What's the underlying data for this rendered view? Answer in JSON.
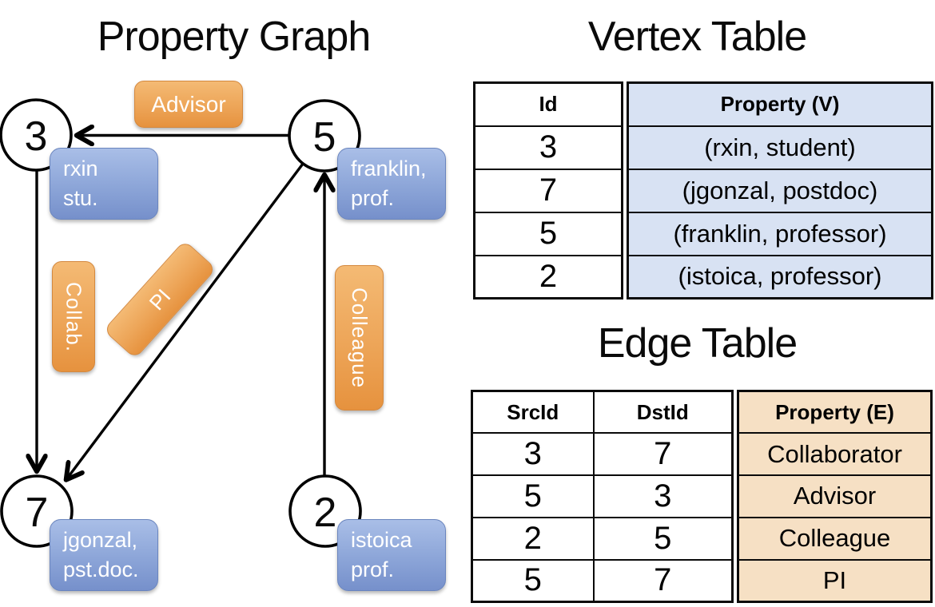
{
  "graph": {
    "title": "Property Graph",
    "vertices": [
      {
        "id": "3",
        "property_lines": [
          "rxin",
          "stu."
        ]
      },
      {
        "id": "5",
        "property_lines": [
          "franklin,",
          "prof."
        ]
      },
      {
        "id": "7",
        "property_lines": [
          "jgonzal,",
          "pst.doc."
        ]
      },
      {
        "id": "2",
        "property_lines": [
          "istoica",
          "prof."
        ]
      }
    ],
    "edge_labels": [
      {
        "text": "Advisor"
      },
      {
        "text": "Collab."
      },
      {
        "text": "PI"
      },
      {
        "text": "Colleague"
      }
    ]
  },
  "vertex_table": {
    "title": "Vertex Table",
    "columns": [
      "Id",
      "Property (V)"
    ],
    "rows": [
      [
        "3",
        "(rxin, student)"
      ],
      [
        "7",
        "(jgonzal, postdoc)"
      ],
      [
        "5",
        "(franklin, professor)"
      ],
      [
        "2",
        "(istoica, professor)"
      ]
    ]
  },
  "edge_table": {
    "title": "Edge Table",
    "columns": [
      "SrcId",
      "DstId",
      "Property (E)"
    ],
    "rows": [
      [
        "3",
        "7",
        "Collaborator"
      ],
      [
        "5",
        "3",
        "Advisor"
      ],
      [
        "2",
        "5",
        "Colleague"
      ],
      [
        "5",
        "7",
        "PI"
      ]
    ]
  },
  "colors": {
    "edge_label_fill_top": "#F4BA74",
    "edge_label_fill_bottom": "#E6923E",
    "vertex_box_fill_top": "#A9BEE7",
    "vertex_box_fill_bottom": "#7690CB",
    "vertex_table_property_fill": "#D8E2F3",
    "edge_table_property_fill": "#F6E0C4",
    "line_color": "#000000"
  }
}
